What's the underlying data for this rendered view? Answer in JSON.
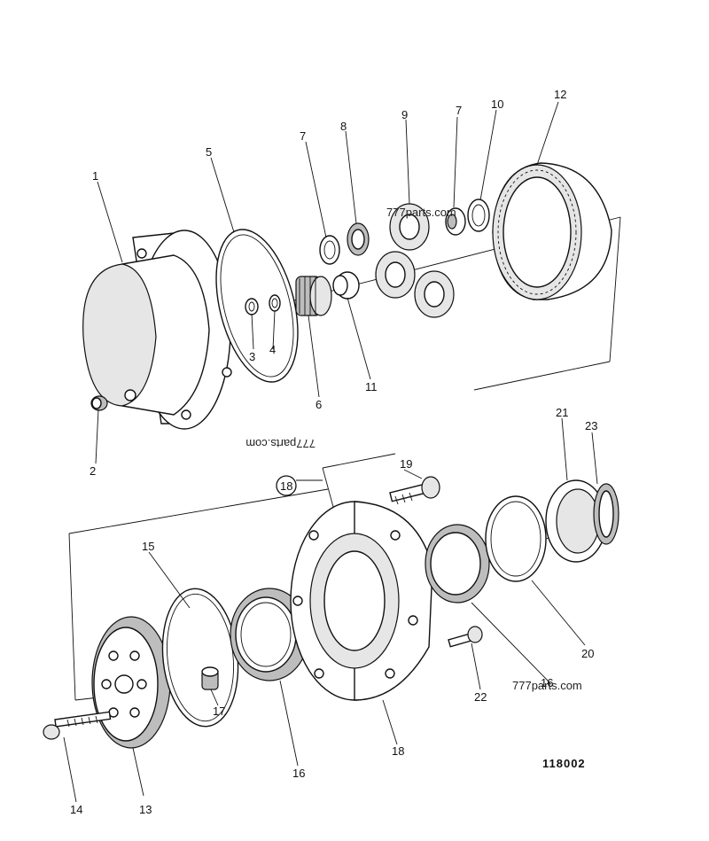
{
  "callouts": {
    "c1": "1",
    "c2": "2",
    "c3": "3",
    "c4": "4",
    "c5": "5",
    "c6": "6",
    "c7a": "7",
    "c7b": "7",
    "c8": "8",
    "c9": "9",
    "c10": "10",
    "c11": "11",
    "c12": "12",
    "c13": "13",
    "c14": "14",
    "c15": "15",
    "c16a": "16",
    "c16b": "16",
    "c17": "17",
    "c18a": "18",
    "c18b": "18",
    "c19": "19",
    "c20": "20",
    "c21": "21",
    "c22": "22",
    "c23": "23"
  },
  "watermarks": {
    "upside_down": "777parts.com",
    "lower_right": "777parts.com",
    "small_gear": "777parts.com"
  },
  "figure_number": "118002"
}
